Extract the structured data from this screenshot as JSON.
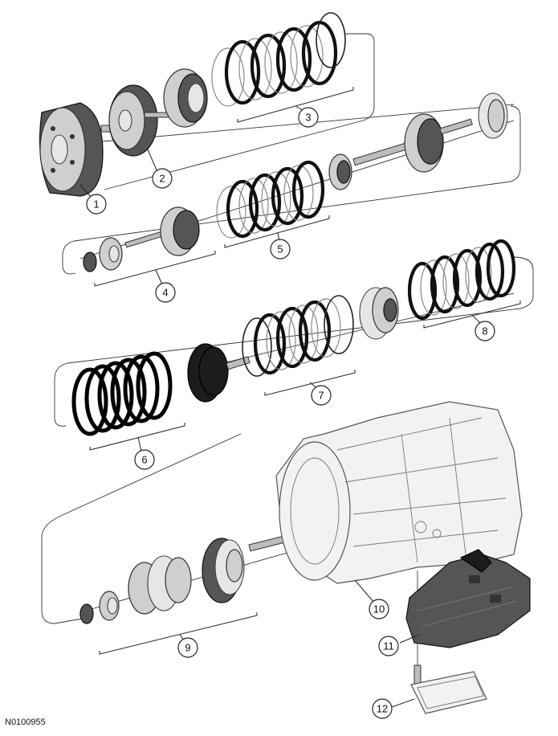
{
  "figure_id": "N0100955",
  "callouts": [
    "1",
    "2",
    "3",
    "4",
    "5",
    "6",
    "7",
    "8",
    "9",
    "10",
    "11",
    "12"
  ]
}
